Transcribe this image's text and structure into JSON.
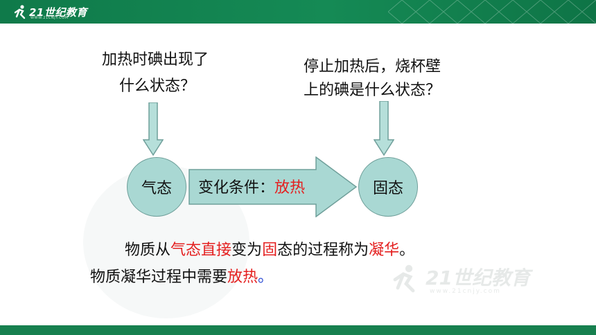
{
  "header": {
    "brand_text": "21世纪教育",
    "brand_sub": "WWW.21CNJY.COM"
  },
  "questions": {
    "left_line1": "加热时碘出现了",
    "left_line2": "什么状态？",
    "right_line1": "停止加热后，烧杯壁",
    "right_line2": "上的碘是什么状态？"
  },
  "diagram": {
    "state_left": "气态",
    "state_right": "固态",
    "condition_prefix": "变化条件：",
    "condition_value": "放热"
  },
  "definition": {
    "part1": "物质从",
    "part2": "气态",
    "part3": "直接",
    "part4": "变为",
    "part5": "固",
    "part6": "态的过程称为",
    "part7": "凝华",
    "part8": "。"
  },
  "note": {
    "part1": "物质凝华过程中需要",
    "part2": "放热",
    "part3": "。"
  },
  "watermark": {
    "text": "21世纪教育",
    "url": "www.21cnjy.com"
  },
  "colors": {
    "header_green": "#158a55",
    "circle_fill": "#a9d8d3",
    "arrow_fill": "#a9d8d3",
    "highlight_red": "#e41f1f",
    "period_blue": "#1d3fd0"
  }
}
